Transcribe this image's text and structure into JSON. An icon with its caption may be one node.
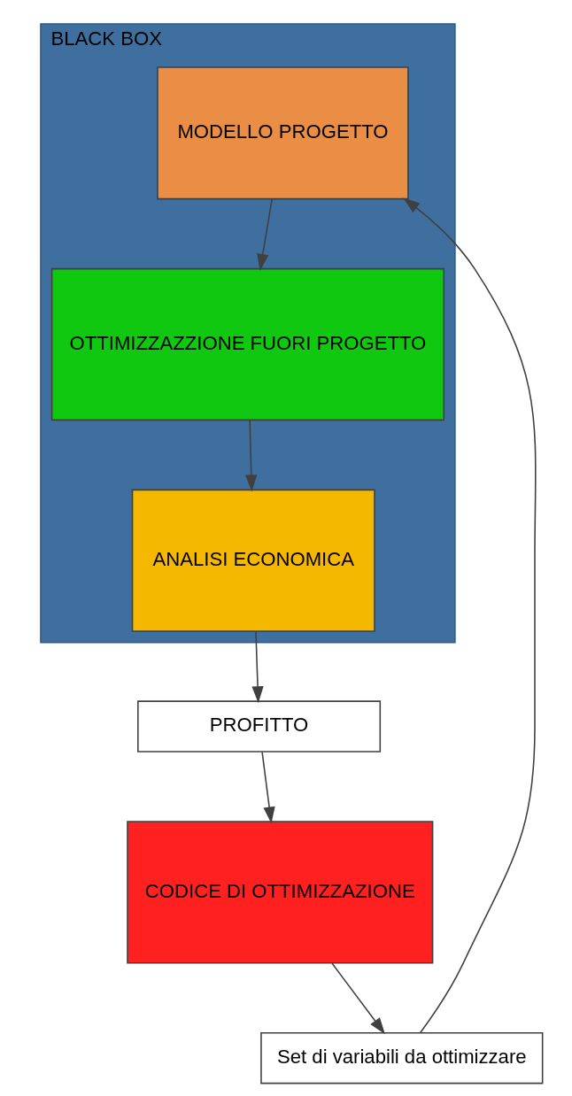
{
  "diagram": {
    "nodes": [
      {
        "text": [
          "CODICE DI OTTIMIZZAZIONE"
        ]
      },
      {
        "text": [
          "Set di variabili da ottimizzare"
        ]
      },
      {
        "text": [
          "BLACK BOX"
        ]
      },
      {
        "text": [
          "MODELLO PROGETTO"
        ],
        "in": 2
      },
      {
        "text": [
          "OTTIMIZZAZZIONE FUORI PROGETTO"
        ],
        "in": 2
      },
      {
        "text": [
          "ANALISI ECONOMICA"
        ],
        "in": 2
      },
      {
        "text": [
          "PROFITTO"
        ]
      }
    ],
    "edges": [
      {
        "from": 0,
        "to": 1,
        "arrow": "to"
      },
      {
        "from": 1,
        "to": 3,
        "arrow": "to"
      },
      {
        "from": 3,
        "to": 4,
        "arrow": "to"
      },
      {
        "from": 4,
        "to": 5,
        "arrow": "to"
      },
      {
        "from": 5,
        "to": 6,
        "arrow": "to"
      },
      {
        "from": 6,
        "to": 0,
        "arrow": "to"
      }
    ]
  }
}
